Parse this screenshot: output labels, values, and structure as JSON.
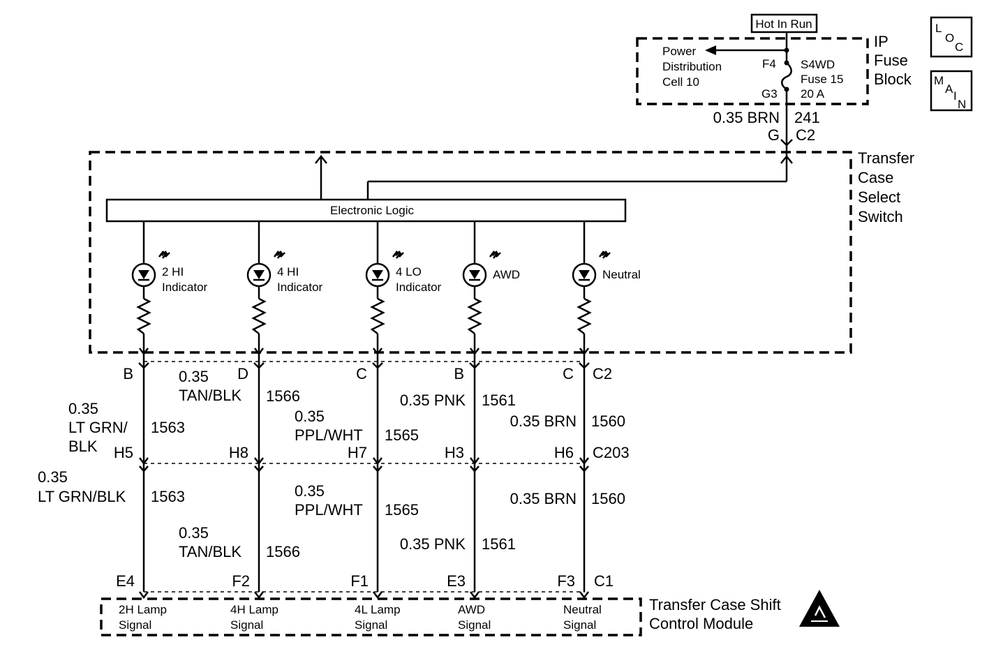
{
  "hot_in_run": "Hot In Run",
  "loc_icon": [
    "L",
    "O",
    "C"
  ],
  "main_icon": [
    "M",
    "A",
    "I",
    "N"
  ],
  "fuse_block": {
    "title": [
      "IP",
      "Fuse",
      "Block"
    ],
    "power_dist": [
      "Power",
      "Distribution",
      "Cell 10"
    ],
    "f4": "F4",
    "g3": "G3",
    "fuse_label": [
      "S4WD",
      "Fuse 15",
      "20 A"
    ]
  },
  "feed": {
    "wire": "0.35 BRN",
    "circuit": "241",
    "pin": "G",
    "connector": "C2"
  },
  "switch": {
    "title": [
      "Transfer",
      "Case",
      "Select",
      "Switch"
    ],
    "logic": "Electronic Logic",
    "indicators": [
      {
        "lines": [
          "2 HI",
          "Indicator"
        ]
      },
      {
        "lines": [
          "4 HI",
          "Indicator"
        ]
      },
      {
        "lines": [
          "4 LO",
          "Indicator"
        ]
      },
      {
        "lines": [
          "AWD"
        ]
      },
      {
        "lines": [
          "Neutral"
        ]
      }
    ]
  },
  "c2_pins": [
    "B",
    "D",
    "C",
    "B",
    "C"
  ],
  "c2_label": "C2",
  "upper_wires": [
    {
      "lines": [
        "0.35",
        "LT GRN/",
        "BLK"
      ],
      "circuit": "1563"
    },
    {
      "lines": [
        "0.35",
        "TAN/BLK"
      ],
      "circuit": "1566"
    },
    {
      "lines": [
        "0.35",
        "PPL/WHT"
      ],
      "circuit": "1565"
    },
    {
      "lines": [
        "0.35 PNK"
      ],
      "circuit": "1561"
    },
    {
      "lines": [
        "0.35 BRN"
      ],
      "circuit": "1560"
    }
  ],
  "c203_pins": [
    "H5",
    "H8",
    "H7",
    "H3",
    "H6"
  ],
  "c203_label": "C203",
  "lower_wires": [
    {
      "lines": [
        "0.35",
        "LT GRN/BLK"
      ],
      "circuit": "1563"
    },
    {
      "lines": [
        "0.35",
        "TAN/BLK"
      ],
      "circuit": "1566"
    },
    {
      "lines": [
        "0.35",
        "PPL/WHT"
      ],
      "circuit": "1565"
    },
    {
      "lines": [
        "0.35 PNK"
      ],
      "circuit": "1561"
    },
    {
      "lines": [
        "0.35 BRN"
      ],
      "circuit": "1560"
    }
  ],
  "c1_pins": [
    "E4",
    "F2",
    "F1",
    "E3",
    "F3"
  ],
  "c1_label": "C1",
  "module": {
    "title": [
      "Transfer Case Shift",
      "Control Module"
    ],
    "signals": [
      [
        "2H Lamp",
        "Signal"
      ],
      [
        "4H Lamp",
        "Signal"
      ],
      [
        "4L Lamp",
        "Signal"
      ],
      [
        "AWD",
        "Signal"
      ],
      [
        "Neutral",
        "Signal"
      ]
    ]
  }
}
